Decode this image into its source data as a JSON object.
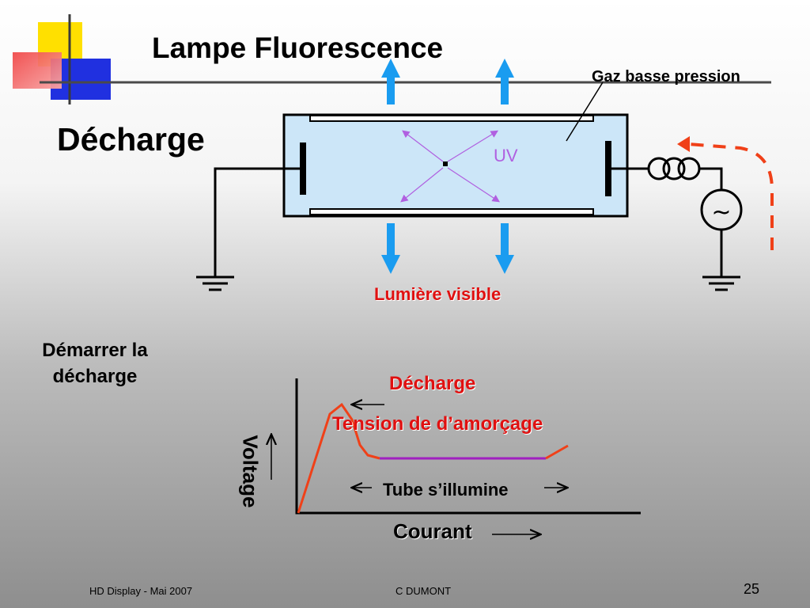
{
  "slide": {
    "title": "Lampe Fluorescence",
    "subtitle": "Décharge",
    "page_number": "25"
  },
  "diagram": {
    "gas_label": "Gaz basse pression",
    "uv_label": "UV",
    "visible_light_label": "Lumière visible",
    "ac_source_symbol": "~"
  },
  "curve": {
    "start_label": "Démarrer la décharge",
    "decharge_label": "Décharge",
    "tension_label": "Tension de d’amorçage",
    "tube_label": "Tube s’illumine",
    "x_axis_label": "Courant",
    "y_axis_label": "Voltage"
  },
  "footer": {
    "left": "HD Display - Mai 2007",
    "center": "C DUMONT"
  },
  "colors": {
    "tube_fill": "#cce6f8",
    "light_arrow": "#1a9cf0",
    "uv": "#b060e0",
    "curve": "#f04018",
    "plateau": "#a020c0",
    "dashed_arrow": "#f04018"
  }
}
